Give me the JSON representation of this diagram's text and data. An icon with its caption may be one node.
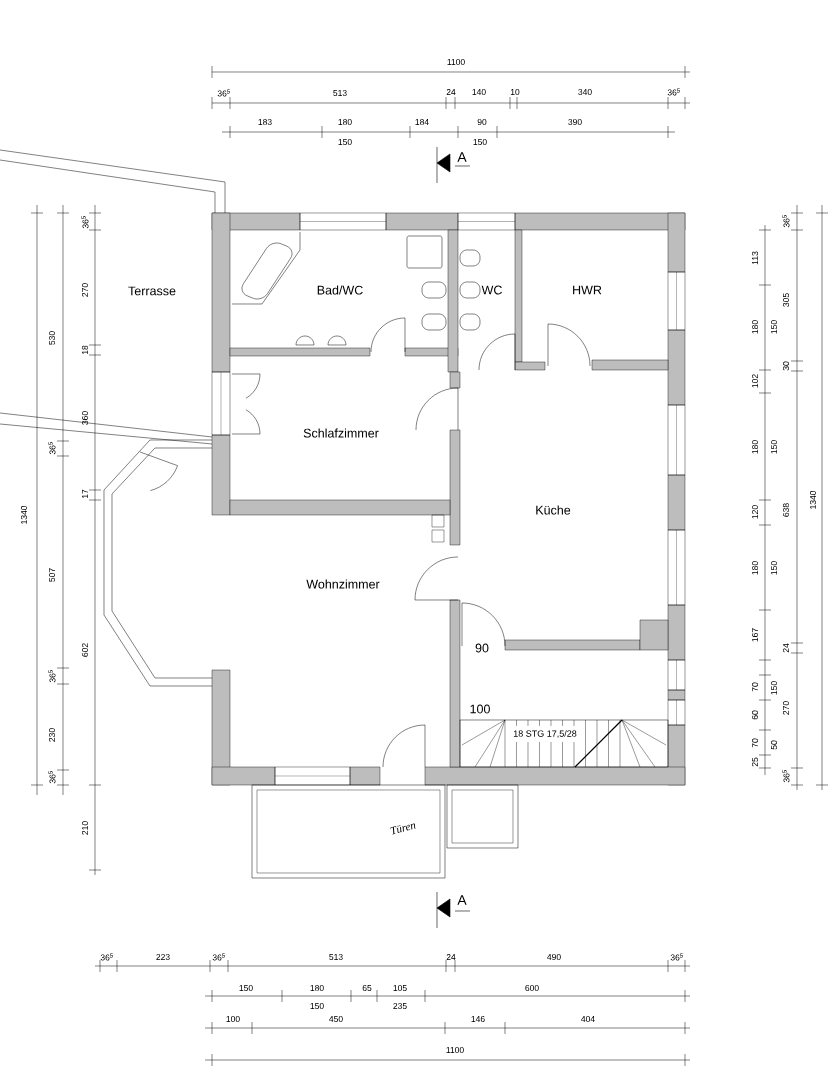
{
  "diagram": {
    "labels": [
      "1100",
      "36$^{5}$",
      "513",
      "24",
      "140",
      "10",
      "340",
      "36$^{5}$",
      "183",
      "180",
      "184",
      "90",
      "390",
      "150",
      "150",
      "A",
      "Terrasse",
      "Bad/WC",
      "WC",
      "HWR",
      "Schlafzimmer",
      "Küche",
      "Wohnzimmer",
      "90",
      "100",
      "18 STG 17,5/28",
      "Türen",
      "1340",
      "530",
      "36$^{5}$",
      "507",
      "36$^{5}$",
      "230",
      "36$^{5}$",
      "36$^{5}$",
      "270",
      "18",
      "360",
      "17",
      "602",
      "210",
      "113",
      "180",
      "102",
      "180",
      "120",
      "180",
      "167",
      "70",
      "60",
      "70",
      "25",
      "150",
      "150",
      "150",
      "150",
      "50",
      "36$^{5}$",
      "305",
      "30",
      "638",
      "24",
      "270",
      "36$^{5}$",
      "1340",
      "A",
      "36$^{5}$",
      "223",
      "36$^{5}$",
      "513",
      "24",
      "490",
      "36$^{5}$",
      "150",
      "180",
      "65",
      "105",
      "600",
      "150",
      "235",
      "100",
      "450",
      "146",
      "404",
      "1100"
    ]
  }
}
